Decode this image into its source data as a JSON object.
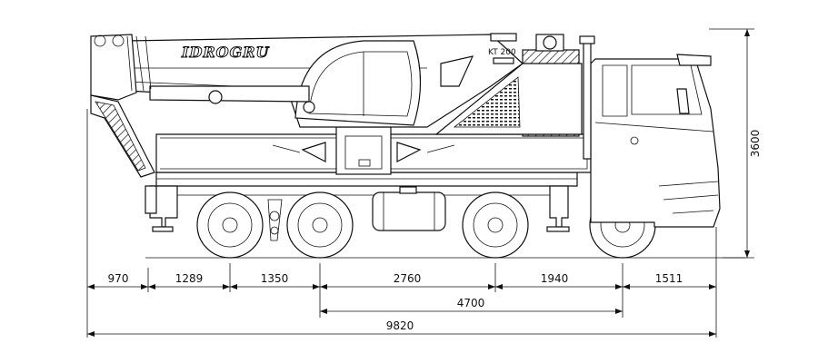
{
  "brand": "IDROGRU",
  "model": "KT 200",
  "colors": {
    "ink": "#111111",
    "paper": "#ffffff"
  },
  "dimensions": {
    "height": "3600",
    "segments": [
      "970",
      "1289",
      "1350",
      "2760",
      "1940",
      "1511"
    ],
    "wheelbase": "4700",
    "overall_length": "9820"
  }
}
